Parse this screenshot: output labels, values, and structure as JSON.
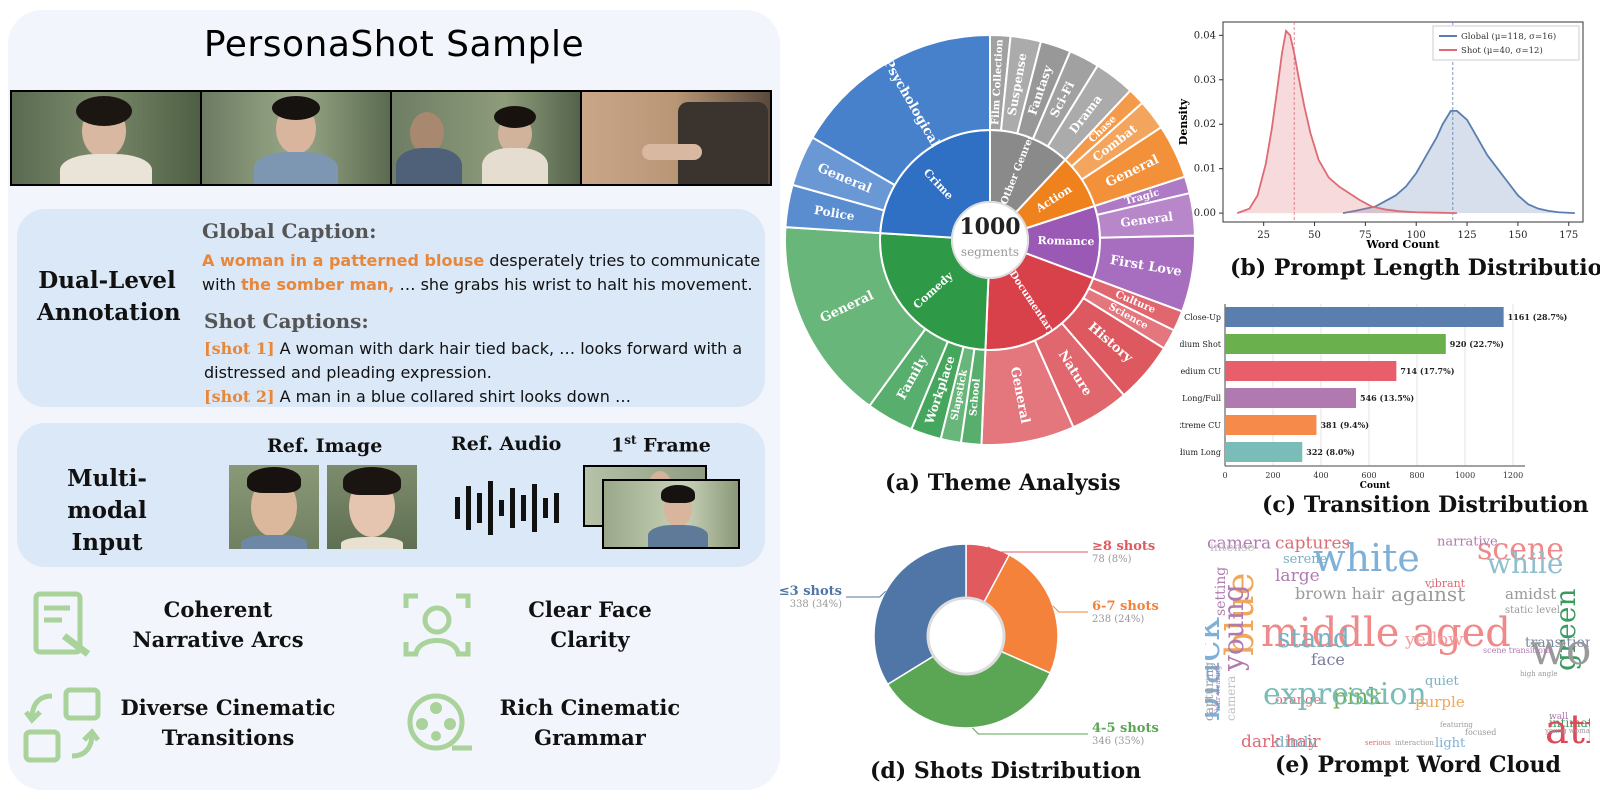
{
  "left": {
    "title": "PersonaShot Sample",
    "dual_label_line1": "Dual-Level",
    "dual_label_line2": "Annotation",
    "global_heading": "Global Caption:",
    "global_hl1": "A woman in a patterned blouse",
    "global_txt1": " desperately tries to communicate",
    "global_txt2": "with ",
    "global_hl2": "the somber man,",
    "global_txt3": " … she grabs his wrist to halt his movement.",
    "shot_heading": "Shot Captions:",
    "shot1_tag": "[shot 1]",
    "shot1_line1": " A woman with dark hair tied back, … looks forward with a",
    "shot1_line2": "distressed and pleading expression.",
    "shot2_tag": "[shot 2]",
    "shot2_text": " A man in a blue collared shirt looks down …",
    "multi_label_line1": "Multi-modal",
    "multi_label_line2": "Input",
    "ref_image": "Ref. Image",
    "ref_audio": "Ref. Audio",
    "first_frame_pre": "1",
    "first_frame_sup": "st",
    "first_frame_post": " Frame",
    "features": [
      {
        "line1": "Coherent",
        "line2": "Narrative Arcs",
        "icon": "edit-document-icon"
      },
      {
        "line1": "Clear Face",
        "line2": "Clarity",
        "icon": "face-scan-icon"
      },
      {
        "line1": "Diverse Cinematic",
        "line2": "Transitions",
        "icon": "transition-icon"
      },
      {
        "line1": "Rich Cinematic",
        "line2": "Grammar",
        "icon": "film-reel-icon"
      }
    ],
    "icon_color": "#a9d39a"
  },
  "captions": {
    "a": "(a) Theme Analysis",
    "b": "(b) Prompt Length Distribution",
    "c": "(c) Transition Distribution",
    "d": "(d) Shots Distribution",
    "e": "(e) Prompt Word Cloud"
  },
  "chart_data": [
    {
      "id": "theme",
      "type": "sunburst",
      "center_value": "1000",
      "center_label": "segments",
      "inner": [
        {
          "name": "Other Genres",
          "value": 90,
          "color": "#8a8a8a"
        },
        {
          "name": "Action",
          "value": 60,
          "color": "#f0821e"
        },
        {
          "name": "Romance",
          "value": 80,
          "color": "#9b59b6"
        },
        {
          "name": "Documentary",
          "value": 150,
          "color": "#d9414a"
        },
        {
          "name": "Comedy",
          "value": 190,
          "color": "#2e9a48"
        },
        {
          "name": "Crime",
          "value": 180,
          "color": "#2f70c4"
        }
      ],
      "outer": [
        {
          "name": "Film Collection",
          "value": 12,
          "parent": 0
        },
        {
          "name": "Suspense",
          "value": 18,
          "parent": 0
        },
        {
          "name": "Fantasy",
          "value": 18,
          "parent": 0
        },
        {
          "name": "Sci-Fi",
          "value": 18,
          "parent": 0
        },
        {
          "name": "Drama",
          "value": 24,
          "parent": 0
        },
        {
          "name": "Chase",
          "value": 10,
          "parent": 1
        },
        {
          "name": "Combat",
          "value": 18,
          "parent": 1
        },
        {
          "name": "General",
          "value": 32,
          "parent": 1
        },
        {
          "name": "Tragic",
          "value": 10,
          "parent": 2
        },
        {
          "name": "General",
          "value": 25,
          "parent": 2
        },
        {
          "name": "First Love",
          "value": 45,
          "parent": 2
        },
        {
          "name": "Culture",
          "value": 12,
          "parent": 3
        },
        {
          "name": "Science",
          "value": 12,
          "parent": 3
        },
        {
          "name": "History",
          "value": 36,
          "parent": 3
        },
        {
          "name": "Nature",
          "value": 35,
          "parent": 3
        },
        {
          "name": "General",
          "value": 55,
          "parent": 3
        },
        {
          "name": "School",
          "value": 12,
          "parent": 4
        },
        {
          "name": "Slapstick",
          "value": 12,
          "parent": 4
        },
        {
          "name": "Workplace",
          "value": 18,
          "parent": 4
        },
        {
          "name": "Family",
          "value": 28,
          "parent": 4
        },
        {
          "name": "General",
          "value": 120,
          "parent": 4
        },
        {
          "name": "Police",
          "value": 25,
          "parent": 5
        },
        {
          "name": "General",
          "value": 30,
          "parent": 5
        },
        {
          "name": "Psychological",
          "value": 125,
          "parent": 5
        }
      ]
    },
    {
      "id": "prompt_length",
      "type": "area",
      "xlabel": "Word Count",
      "ylabel": "Density",
      "xlim": [
        5,
        182
      ],
      "ylim": [
        -0.002,
        0.043
      ],
      "xticks": [
        25,
        50,
        75,
        100,
        125,
        150,
        175
      ],
      "yticks": [
        "0.00",
        "0.01",
        "0.02",
        "0.03",
        "0.04"
      ],
      "legend_position": "top-right",
      "series": [
        {
          "name": "Global",
          "legend": "Global (μ=118, σ=16)",
          "color": "#5a7fae",
          "mean": 118,
          "x": [
            64,
            70,
            80,
            90,
            95,
            100,
            105,
            110,
            113,
            117,
            120,
            125,
            130,
            135,
            140,
            145,
            150,
            155,
            160,
            165,
            170,
            178
          ],
          "y": [
            0.0,
            0.0005,
            0.0015,
            0.004,
            0.006,
            0.009,
            0.013,
            0.017,
            0.02,
            0.023,
            0.023,
            0.021,
            0.017,
            0.013,
            0.01,
            0.007,
            0.004,
            0.002,
            0.001,
            0.0005,
            0.0002,
            0.0
          ]
        },
        {
          "name": "Shot",
          "legend": "Shot    (μ=40, σ=12)",
          "color": "#dd6b74",
          "mean": 40,
          "x": [
            12,
            18,
            22,
            26,
            29,
            32,
            34,
            36,
            38,
            40,
            42,
            45,
            48,
            52,
            57,
            62,
            67,
            72,
            78,
            85,
            92,
            100,
            110,
            120
          ],
          "y": [
            0.0,
            0.001,
            0.004,
            0.011,
            0.019,
            0.029,
            0.036,
            0.041,
            0.04,
            0.036,
            0.031,
            0.024,
            0.018,
            0.012,
            0.008,
            0.006,
            0.0045,
            0.003,
            0.0015,
            0.0008,
            0.0004,
            0.0002,
            0.0001,
            0.0
          ]
        }
      ]
    },
    {
      "id": "transition",
      "type": "bar",
      "orientation": "horizontal",
      "xlabel": "Count",
      "xlim": [
        0,
        1250
      ],
      "xticks": [
        0,
        200,
        400,
        600,
        800,
        1000,
        1200
      ],
      "categories": [
        "Close-Up",
        "Medium Shot",
        "Medium CU",
        "Long/Full",
        "Extreme CU",
        "Medium Long"
      ],
      "values": [
        1161,
        920,
        714,
        546,
        381,
        322
      ],
      "labels": [
        "1161  (28.7%)",
        "920  (22.7%)",
        "714  (17.7%)",
        "546  (13.5%)",
        "381  (9.4%)",
        "322  (8.0%)"
      ],
      "colors": [
        "#5a7fae",
        "#6ab04c",
        "#e85e6a",
        "#b07ab0",
        "#f58a4b",
        "#7abcb8"
      ]
    },
    {
      "id": "shots",
      "type": "pie",
      "donut": true,
      "slices": [
        {
          "name": "≥8 shots",
          "value": 78,
          "label": "78 (8%)",
          "color": "#e05a5e"
        },
        {
          "name": "6-7 shots",
          "value": 238,
          "label": "238 (24%)",
          "color": "#f4823a"
        },
        {
          "name": "4-5 shots",
          "value": 346,
          "label": "346 (35%)",
          "color": "#5aa655"
        },
        {
          "name": "≤3 shots",
          "value": 338,
          "label": "338 (34%)",
          "color": "#4f76a6"
        }
      ]
    },
    {
      "id": "wordcloud",
      "type": "wordcloud",
      "words": [
        {
          "w": "camera",
          "s": 17,
          "c": "#b07ab0"
        },
        {
          "w": "captures",
          "s": 17,
          "c": "#dd6b74"
        },
        {
          "w": "scene",
          "s": 30,
          "c": "#f08a8a"
        },
        {
          "w": "white",
          "s": 38,
          "c": "#7fb0d8"
        },
        {
          "w": "while",
          "s": 28,
          "c": "#8fbfcf"
        },
        {
          "w": "serene",
          "s": 13,
          "c": "#7ab0c0"
        },
        {
          "w": "large",
          "s": 17,
          "c": "#b07ab0"
        },
        {
          "w": "brown hair",
          "s": 16,
          "c": "#9a9a9a"
        },
        {
          "w": "against",
          "s": 20,
          "c": "#9a9a9a"
        },
        {
          "w": "amidst",
          "s": 15,
          "c": "#9a9a9a"
        },
        {
          "w": "static level",
          "s": 10,
          "c": "#9a9a9a"
        },
        {
          "w": "setting",
          "s": 14,
          "c": "#b07ab0"
        },
        {
          "w": "blue",
          "s": 38,
          "c": "#f0a75a"
        },
        {
          "w": "middle aged",
          "s": 40,
          "c": "#f08a8a"
        },
        {
          "w": "green",
          "s": 28,
          "c": "#3a9a60"
        },
        {
          "w": "stand",
          "s": 26,
          "c": "#7ab0c0"
        },
        {
          "w": "yellow",
          "s": 18,
          "c": "#f0a0a0"
        },
        {
          "w": "transition",
          "s": 14,
          "c": "#7a8aa0"
        },
        {
          "w": "quiet",
          "s": 13,
          "c": "#7ab0c0"
        },
        {
          "w": "woman",
          "s": 42,
          "c": "#9a9a9a"
        },
        {
          "w": "face",
          "s": 16,
          "c": "#7a7aa0"
        },
        {
          "w": "camera",
          "s": 12,
          "c": "#c0c0c0"
        },
        {
          "w": "black",
          "s": 38,
          "c": "#7fb0d8"
        },
        {
          "w": "young",
          "s": 28,
          "c": "#b07ab0"
        },
        {
          "w": "orange",
          "s": 13,
          "c": "#dd6b74"
        },
        {
          "w": "pink",
          "s": 22,
          "c": "#6ab04c"
        },
        {
          "w": "expression",
          "s": 30,
          "c": "#7abcb8"
        },
        {
          "w": "purple",
          "s": 15,
          "c": "#f0a75a"
        },
        {
          "w": "capturing",
          "s": 12,
          "c": "#9a9a9a"
        },
        {
          "w": "dark hair",
          "s": 17,
          "c": "#dd6b74"
        },
        {
          "w": "intimate",
          "s": 12,
          "c": "#3a9a60"
        },
        {
          "w": "atmosphere",
          "s": 40,
          "c": "#dd4a5a"
        },
        {
          "w": "dimly",
          "s": 15,
          "c": "#7ab0c0"
        },
        {
          "w": "light",
          "s": 13,
          "c": "#7fb0d8"
        },
        {
          "w": "narrative",
          "s": 13,
          "c": "#b07ab0"
        },
        {
          "w": "intense",
          "s": 12,
          "c": "#c0c0c0"
        },
        {
          "w": "vibrant",
          "s": 11,
          "c": "#dd6b74"
        },
        {
          "w": "wall",
          "s": 9,
          "c": "#b07ab0"
        },
        {
          "w": "focused",
          "s": 8,
          "c": "#9a9a9a"
        },
        {
          "w": "featuring",
          "s": 7,
          "c": "#9a9a9a"
        },
        {
          "w": "interaction",
          "s": 7,
          "c": "#9a9a9a"
        },
        {
          "w": "serious",
          "s": 7,
          "c": "#dd6b74"
        },
        {
          "w": "hair wearing",
          "s": 7,
          "c": "#b07ab0"
        },
        {
          "w": "young woman",
          "s": 7,
          "c": "#9a9a9a"
        },
        {
          "w": "scene transitions",
          "s": 8,
          "c": "#b07ab0"
        },
        {
          "w": "high angle",
          "s": 7,
          "c": "#9a9a9a"
        }
      ]
    }
  ]
}
